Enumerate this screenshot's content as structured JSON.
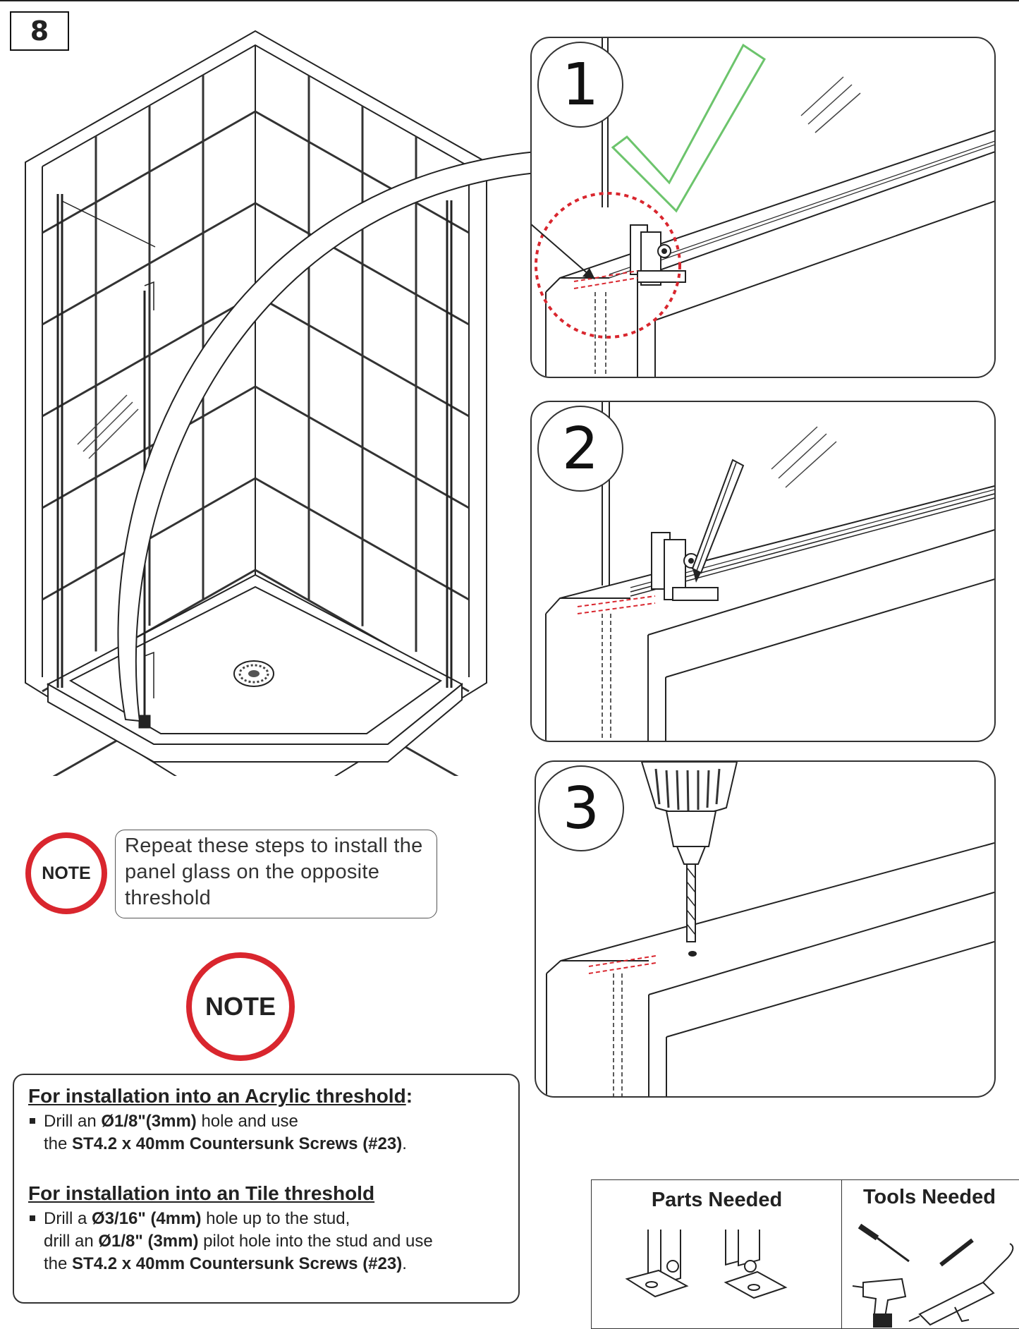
{
  "step_number": "8",
  "panels": [
    {
      "number": "1",
      "check_color": "#6cc46c"
    },
    {
      "number": "2"
    },
    {
      "number": "3"
    }
  ],
  "note1": {
    "badge": "NOTE",
    "lines": [
      "Repeat these steps to install the",
      "panel glass on the opposite",
      "threshold"
    ]
  },
  "note2": {
    "badge": "NOTE"
  },
  "install": {
    "acrylic": {
      "heading": "For installation into an Acrylic threshold",
      "heading_suffix": ":",
      "l1_a": "Drill an ",
      "l1_b": "Ø1/8\"(3mm)",
      "l1_c": " hole and use",
      "l2_a": "the ",
      "l2_b": "ST4.2 x 40mm Countersunk Screws (#23)",
      "l2_c": "."
    },
    "tile": {
      "heading": "For installation into an Tile threshold",
      "l1_a": "Drill a ",
      "l1_b": "Ø3/16\" (4mm)",
      "l1_c": " hole up to the stud,",
      "l2_a": "drill an ",
      "l2_b": "Ø1/8\" (3mm)",
      "l2_c": " pilot hole into the stud and use",
      "l3_a": "the ",
      "l3_b": "ST4.2 x 40mm Countersunk Screws (#23)",
      "l3_c": "."
    }
  },
  "parts_needed": {
    "title": "Parts Needed"
  },
  "tools_needed": {
    "title": "Tools Needed"
  },
  "colors": {
    "accent_red": "#d9262e",
    "check_green": "#6cc46c",
    "dash_red": "#d9262e"
  }
}
